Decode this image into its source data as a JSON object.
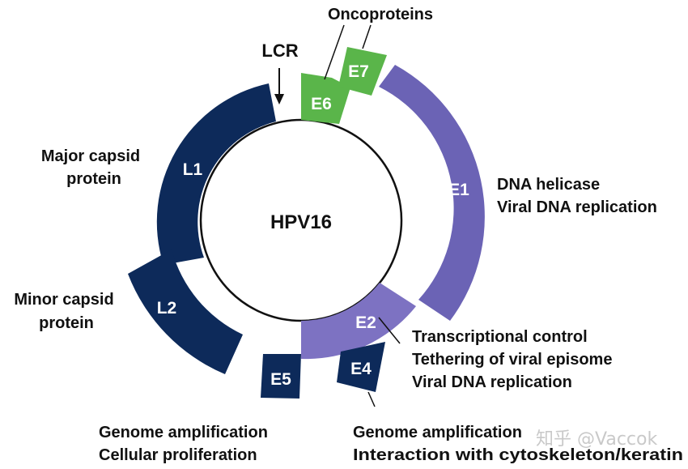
{
  "genome": {
    "name": "HPV16"
  },
  "colors": {
    "late": "#0d2a5a",
    "early_small": "#0d2a5a",
    "e1": "#6b63b5",
    "e2": "#7d72c2",
    "oncoprotein": "#5ab54a",
    "ring": "#111111"
  },
  "markers": {
    "lcr": "LCR",
    "oncoproteins": "Oncoproteins"
  },
  "segments": {
    "l1": {
      "label": "L1",
      "desc": [
        "Major capsid",
        "protein"
      ]
    },
    "l2": {
      "label": "L2",
      "desc": [
        "Minor capsid",
        "protein"
      ]
    },
    "e1": {
      "label": "E1",
      "desc": [
        "DNA helicase",
        "Viral DNA replication"
      ]
    },
    "e2": {
      "label": "E2",
      "desc": [
        "Transcriptional control",
        "Tethering of viral episome",
        "Viral DNA replication"
      ]
    },
    "e4": {
      "label": "E4",
      "desc": [
        "Genome amplification",
        "Interaction with cytoskeleton/keratin"
      ]
    },
    "e5": {
      "label": "E5",
      "desc": [
        "Genome amplification",
        "Cellular proliferation"
      ]
    },
    "e6": {
      "label": "E6"
    },
    "e7": {
      "label": "E7"
    }
  },
  "watermark": "知乎 @Vaccok"
}
